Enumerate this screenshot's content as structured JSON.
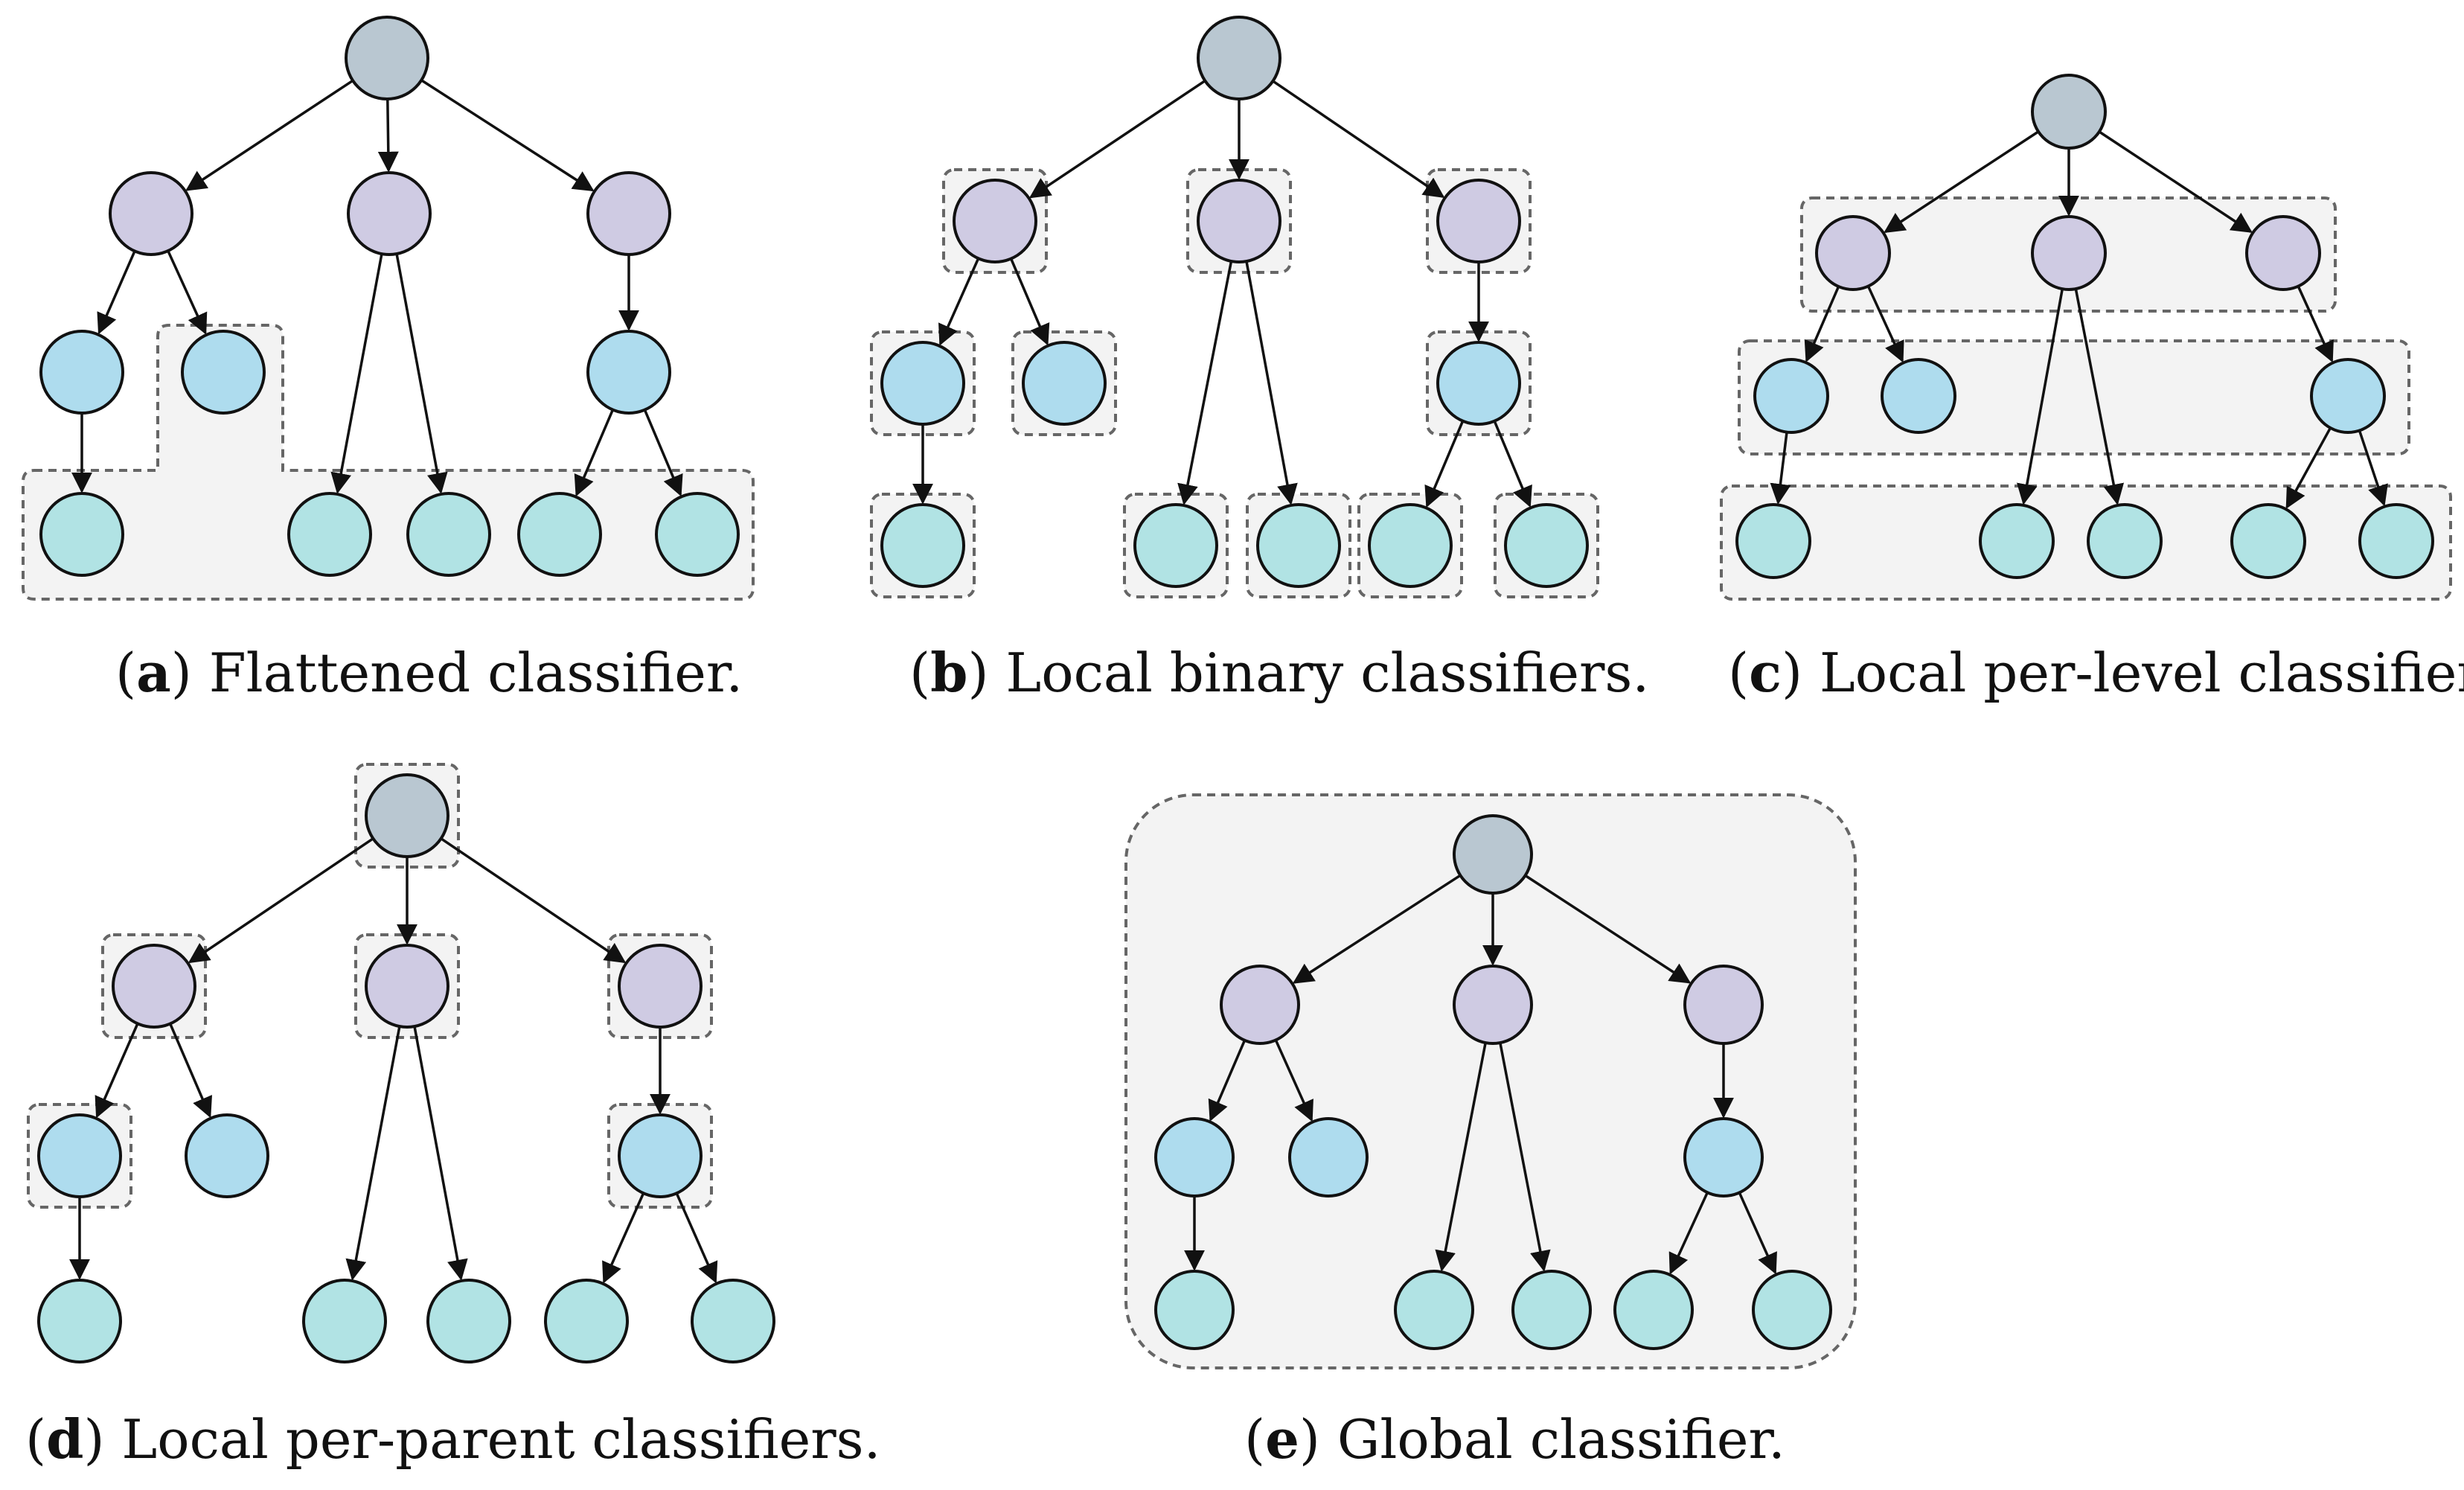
{
  "colors": {
    "root": "#b9c7d1",
    "level1": "#cfcbe3",
    "level2": "#aedcee",
    "level3": "#b1e3e4",
    "region_fill": "#f3f3f3",
    "region_stroke": "#666666",
    "edge": "#111111"
  },
  "panels": [
    {
      "id": "a",
      "caption": {
        "open": "(",
        "letter": "a",
        "rest": ") Flattened classifier."
      },
      "scheme": "flattened"
    },
    {
      "id": "b",
      "caption": {
        "open": "(",
        "letter": "b",
        "rest": ") Local binary classifiers."
      },
      "scheme": "local-binary"
    },
    {
      "id": "c",
      "caption": {
        "open": "(",
        "letter": "c",
        "rest": ") Local per-level classifiers."
      },
      "scheme": "local-per-level"
    },
    {
      "id": "d",
      "caption": {
        "open": "(",
        "letter": "d",
        "rest": ") Local per-parent classifiers."
      },
      "scheme": "local-per-parent"
    },
    {
      "id": "e",
      "caption": {
        "open": "(",
        "letter": "e",
        "rest": ") Global classifier."
      },
      "scheme": "global"
    }
  ]
}
